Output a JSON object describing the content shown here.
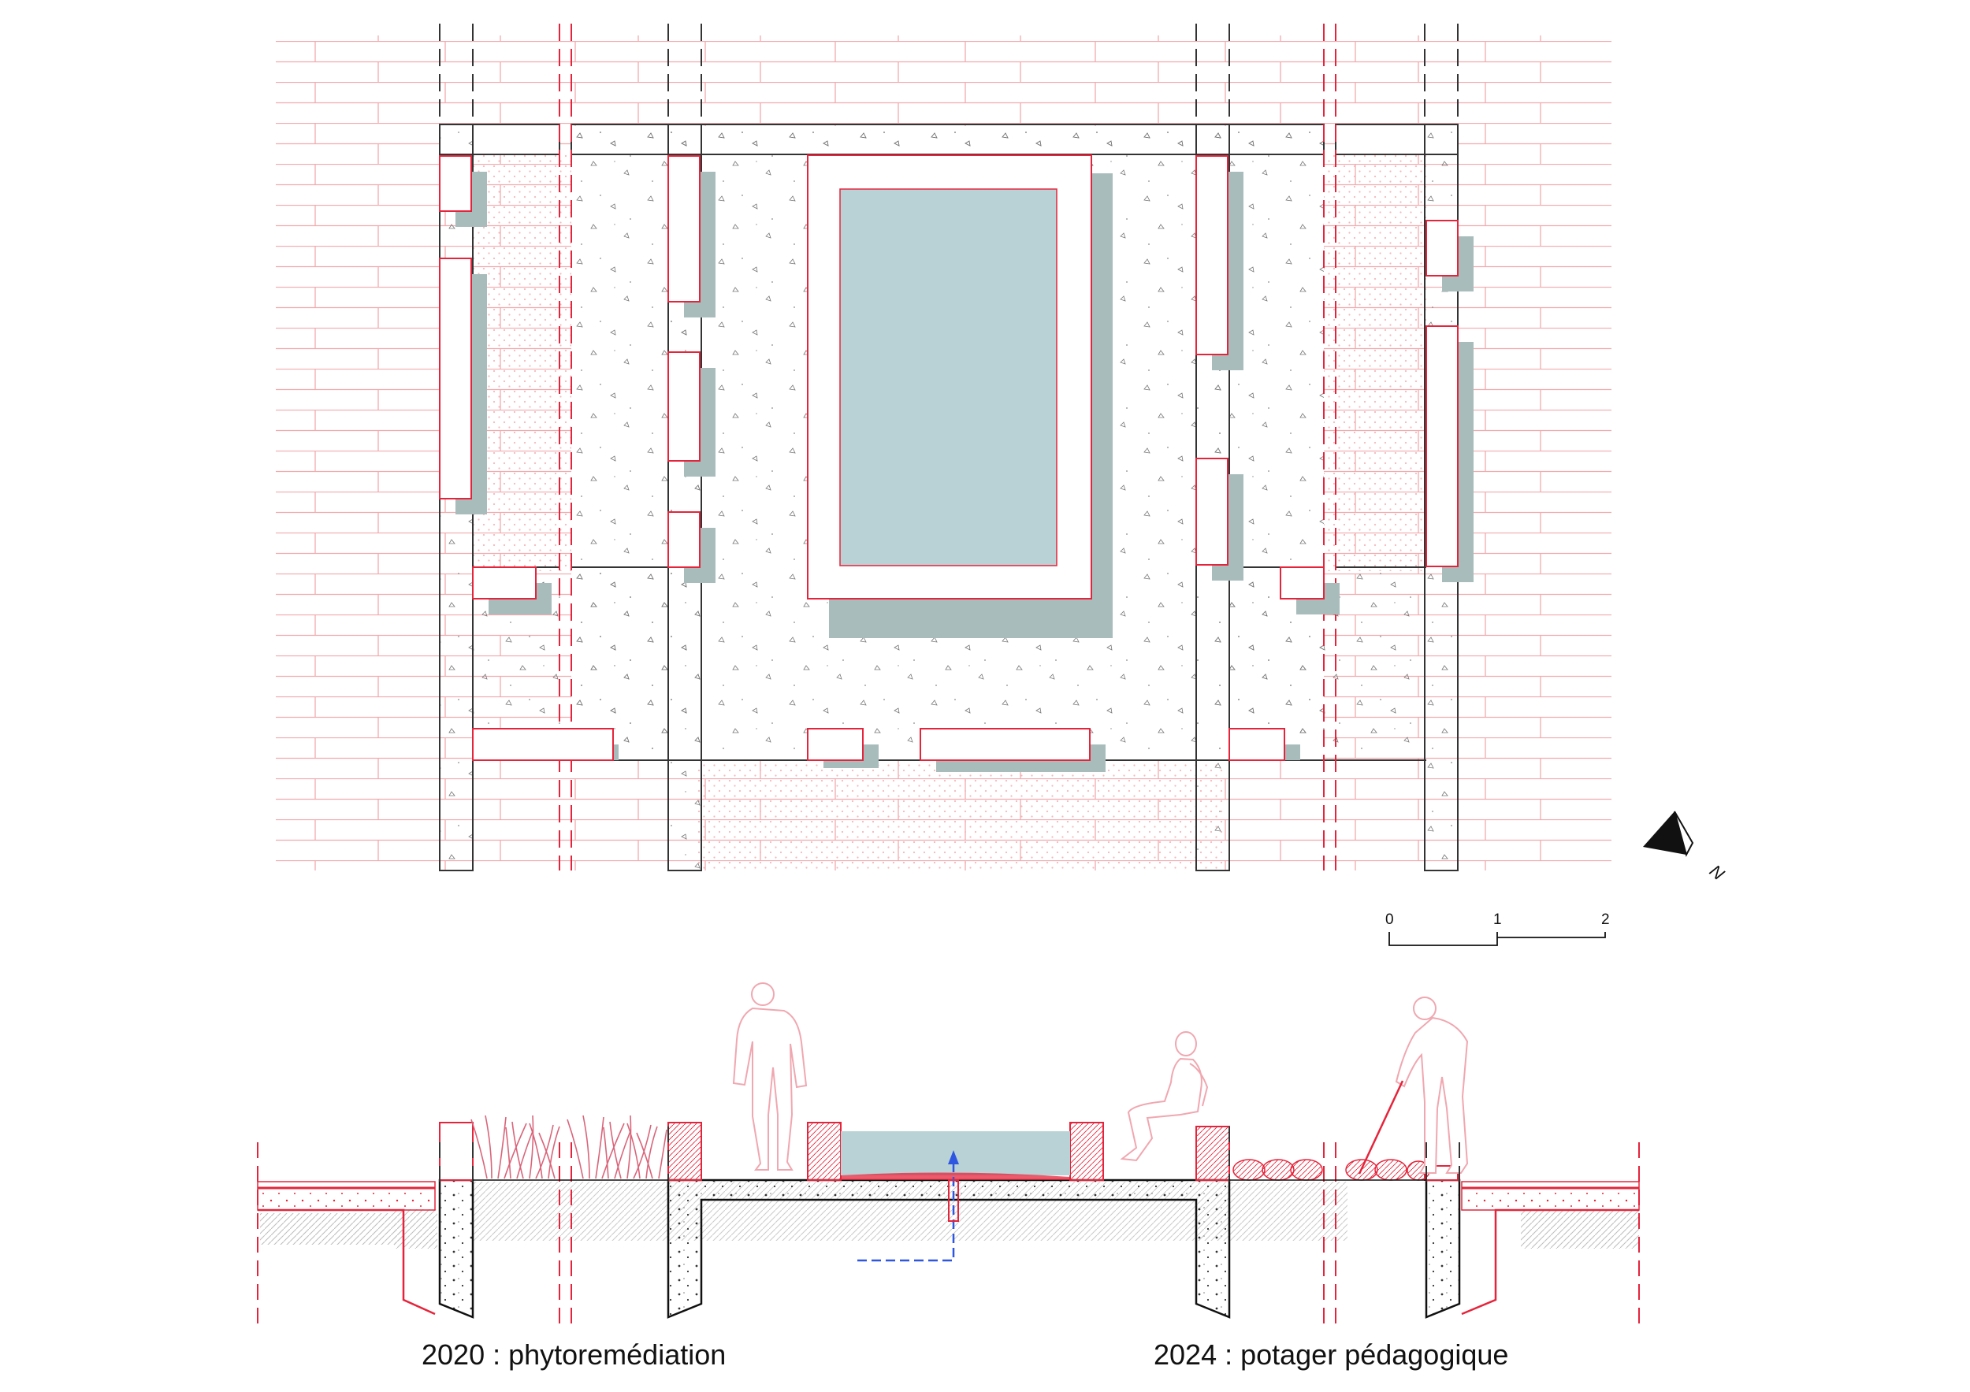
{
  "scale_bar": {
    "ticks": [
      "0",
      "1",
      "2"
    ]
  },
  "north_arrow": {
    "label": "N",
    "icon": "north-arrow-icon"
  },
  "captions": {
    "left": "2020 : phytoremédiation",
    "right": "2024 : potager pédagogique"
  },
  "colors": {
    "brick_line": "#f2a9ad",
    "accent_red": "#e5243b",
    "water": "#b9d2d6",
    "shadow": "#a9bcbc",
    "planting_dot": "#f4b8bc",
    "plant_pink": "#d9657a",
    "figure_pink": "#f0a7b0",
    "pipe_blue": "#2f56e0",
    "ink": "#222222"
  }
}
